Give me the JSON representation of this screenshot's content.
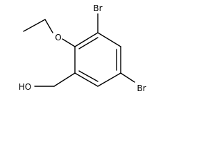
{
  "molecule": {
    "atoms": {
      "bromo_top": "Br",
      "bromo_right": "Br",
      "ether_oxygen": "O",
      "hydroxyl": "HO"
    }
  }
}
